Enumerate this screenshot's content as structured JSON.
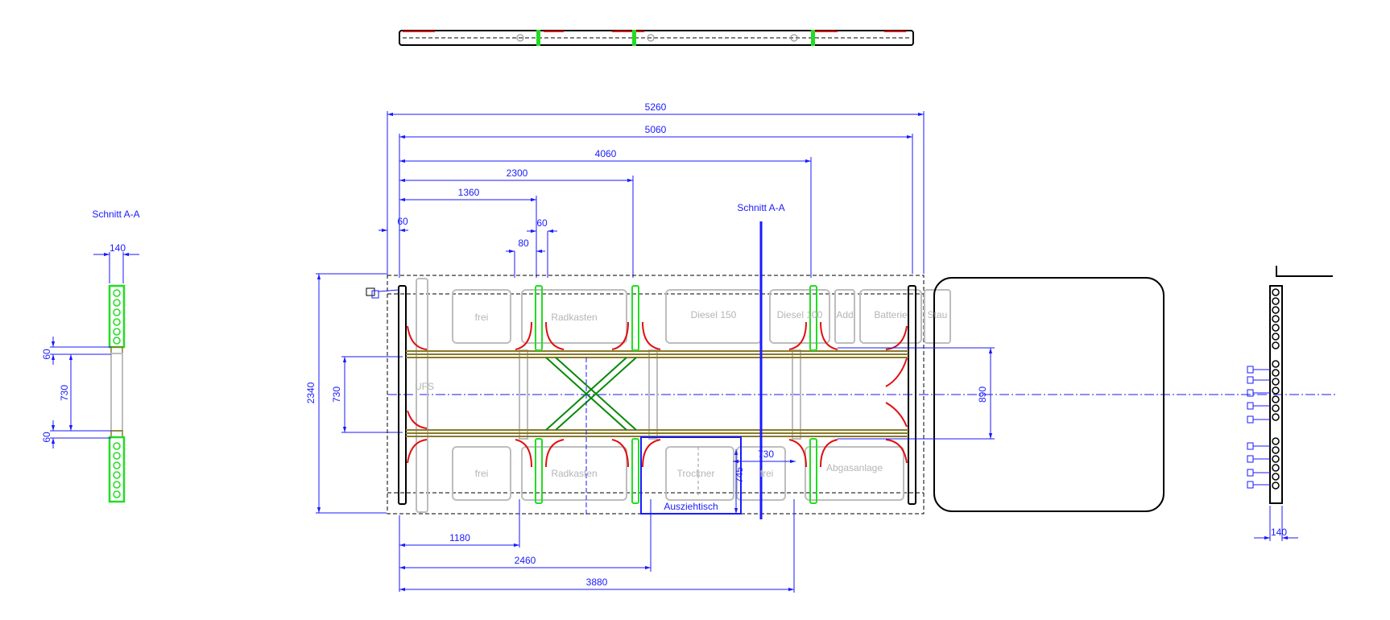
{
  "section_labels": {
    "left_section_title": "Schnitt A-A",
    "main_section_marker": "Schnitt A-A"
  },
  "dimensions": {
    "overall_5260": "5260",
    "d_5060": "5060",
    "d_4060": "4060",
    "d_2300": "2300",
    "d_1360": "1360",
    "d_60_left": "60",
    "d_60_upper": "60",
    "d_80": "80",
    "height_2340": "2340",
    "inner_730": "730",
    "d_890": "890",
    "bottom_1180": "1180",
    "bottom_2460": "2460",
    "bottom_3880": "3880",
    "table_730": "730",
    "table_745": "745",
    "left_140": "140",
    "left_60_top": "60",
    "left_730": "730",
    "left_60_bottom": "60",
    "right_140": "140"
  },
  "components": {
    "frei_top": "frei",
    "radkasten_top": "Radkasten",
    "diesel150": "Diesel 150",
    "diesel100": "Diesel 100",
    "add": "Add",
    "batterie": "Batterie",
    "stau": "Stau",
    "ufs": "UFS",
    "frei_bottom_left": "frei",
    "radkasten_bottom": "Radkasten",
    "trockner": "Trockner",
    "frei_bottom_mid": "frei",
    "abgasanlage": "Abgasanlage",
    "ausziehtisch": "Ausziehtisch"
  },
  "colors": {
    "dimension_blue": "#1a1aff",
    "component_gray": "#b5b5b5",
    "crossmember_green": "#22dd22",
    "rail_olive": "#8a7a2a",
    "bracket_red": "#e01010",
    "frame_black": "#000000"
  }
}
